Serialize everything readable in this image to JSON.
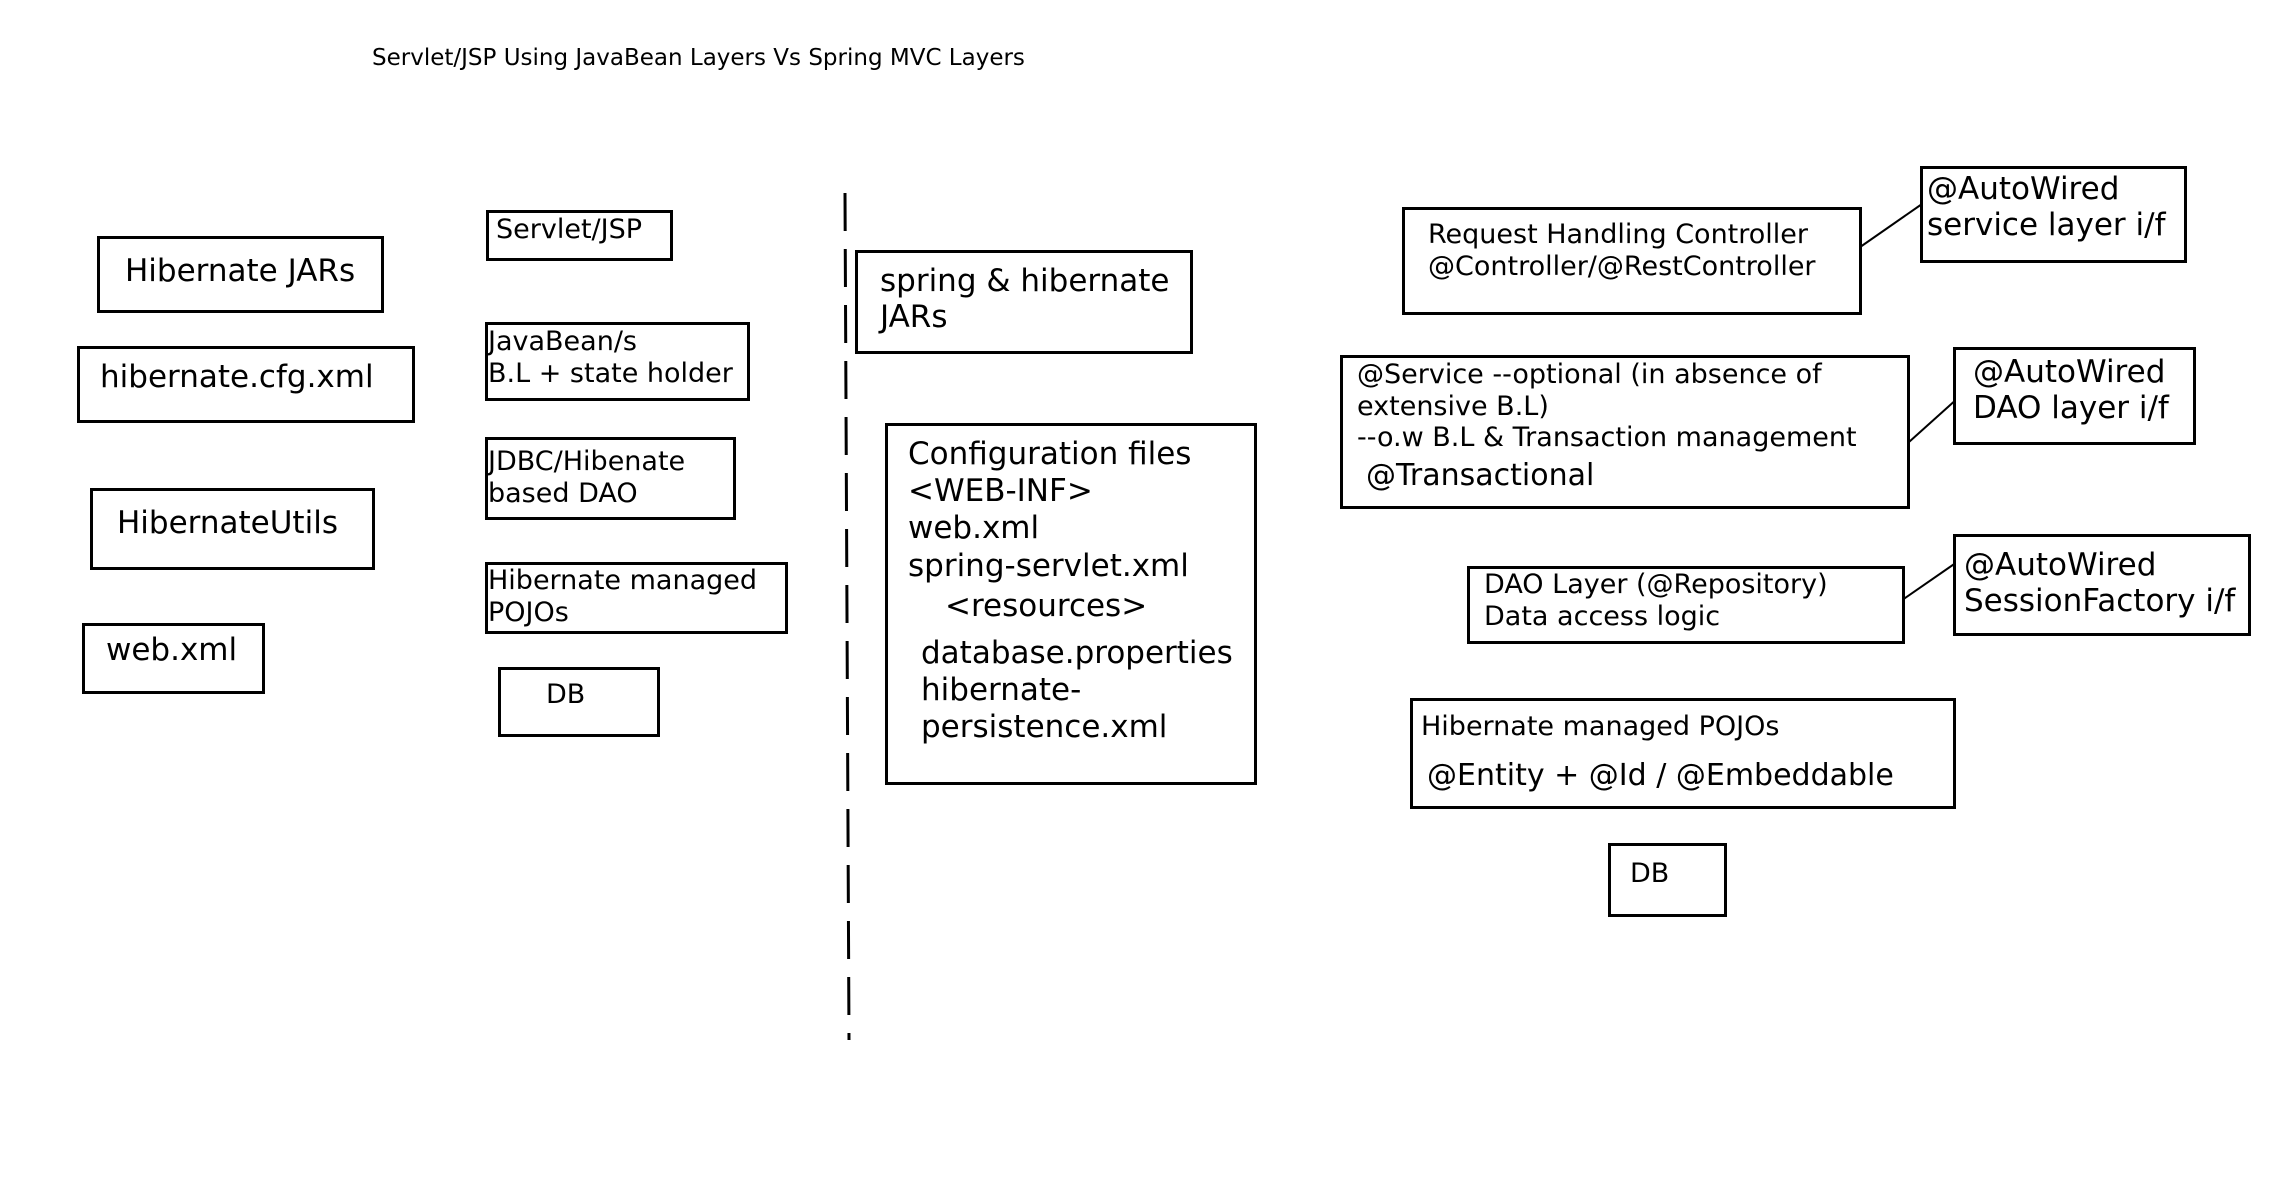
{
  "title": "Servlet/JSP Using JavaBean Layers Vs Spring MVC Layers",
  "left_far": {
    "hibernate_jars": "Hibernate JARs",
    "hibernate_cfg": "hibernate.cfg.xml",
    "hibernate_utils": "HibernateUtils",
    "web_xml": "web.xml"
  },
  "left_layers": {
    "servlet_jsp": "Servlet/JSP",
    "javabean": "JavaBean/s\nB.L + state holder",
    "jdbc_dao": "JDBC/Hibenate\nbased DAO",
    "pojos": "Hibernate managed\nPOJOs",
    "db": "DB"
  },
  "middle": {
    "spring_jars": "spring & hibernate\nJARs",
    "config_files": "Configuration files\n<WEB-INF>\nweb.xml\nspring-servlet.xml",
    "resources_tag": "<resources>",
    "resources_files": "database.properties\nhibernate-\npersistence.xml"
  },
  "right_layers": {
    "controller": "Request Handling Controller\n@Controller/@RestController",
    "service": "@Service --optional (in absence of\nextensive B.L)\n--o.w B.L & Transaction management",
    "transactional": "@Transactional",
    "dao": "DAO Layer (@Repository)\nData access logic",
    "pojos_title": "Hibernate managed POJOs",
    "pojos_annotations": "@Entity + @Id / @Embeddable",
    "db": "DB"
  },
  "callouts": {
    "autowired_service": "@AutoWired\nservice layer i/f",
    "autowired_dao": "@AutoWired\nDAO layer i/f",
    "autowired_sessionfactory": "@AutoWired\nSessionFactory i/f"
  }
}
